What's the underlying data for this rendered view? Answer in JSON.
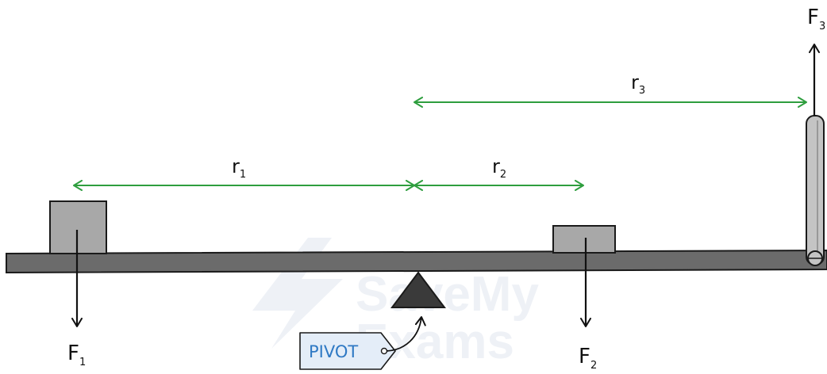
{
  "forces": {
    "f1": {
      "label": "F",
      "sub": "1"
    },
    "f2": {
      "label": "F",
      "sub": "2"
    },
    "f3": {
      "label": "F",
      "sub": "3"
    }
  },
  "distances": {
    "r1": {
      "label": "r",
      "sub": "1"
    },
    "r2": {
      "label": "r",
      "sub": "2"
    },
    "r3": {
      "label": "r",
      "sub": "3"
    }
  },
  "pivot_tag": {
    "label": "PIVOT"
  },
  "watermark": {
    "line1": "SaveMy",
    "line2": "Exams"
  },
  "colors": {
    "arrow_green": "#2e9e3e",
    "beam": "#6b6b6b",
    "block": "#a8a8a8",
    "pivot": "#3a3a3a",
    "tag_fill": "#e4edf8",
    "tag_text": "#2f79c4",
    "watermark": "#eef1f6"
  }
}
